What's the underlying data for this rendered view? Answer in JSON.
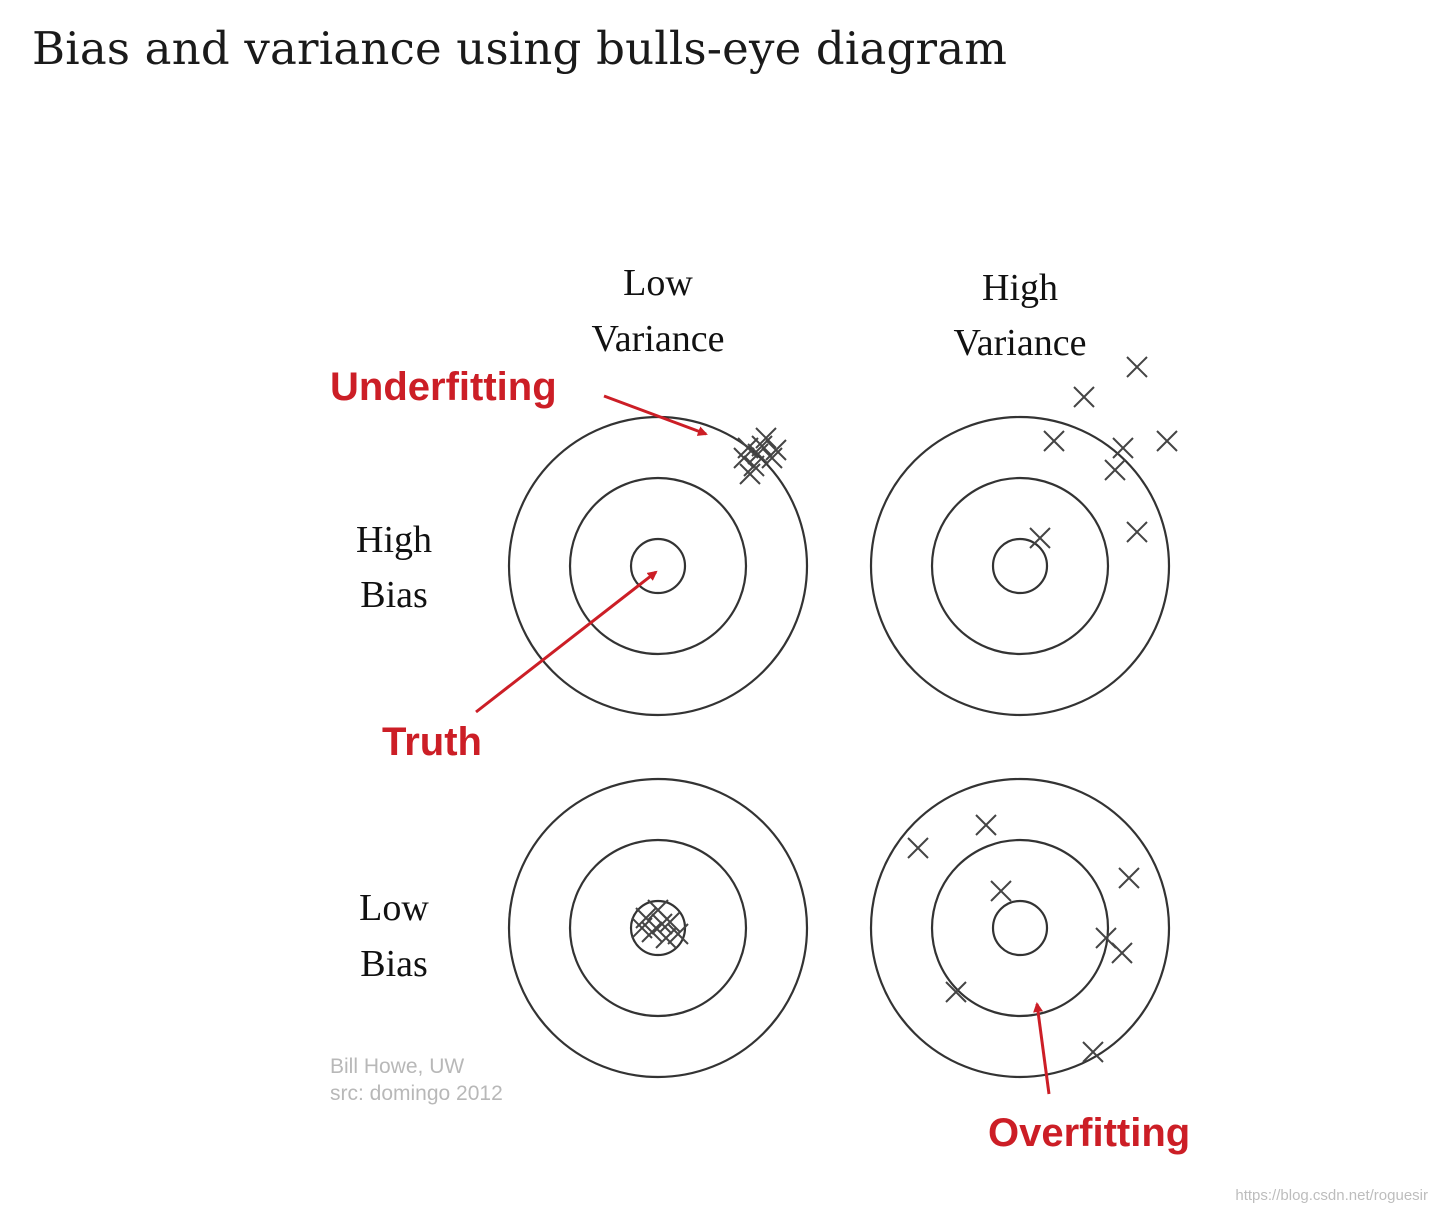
{
  "page": {
    "title": "Bias and variance using bulls-eye diagram"
  },
  "diagram": {
    "column_headers": [
      [
        "Low",
        "Variance"
      ],
      [
        "High",
        "Variance"
      ]
    ],
    "row_headers": [
      [
        "High",
        "Bias"
      ],
      [
        "Low",
        "Bias"
      ]
    ],
    "annotations": {
      "underfitting": "Underfitting",
      "truth": "Truth",
      "overfitting": "Overfitting"
    },
    "credit": {
      "author": "Bill Howe, UW",
      "source": "src: domingo 2012"
    },
    "colors": {
      "annotation": "#cc1e26",
      "rings": "#333333",
      "marks": "#444444",
      "credit": "#b8b8b8"
    }
  },
  "watermark": "https://blog.csdn.net/roguesir"
}
